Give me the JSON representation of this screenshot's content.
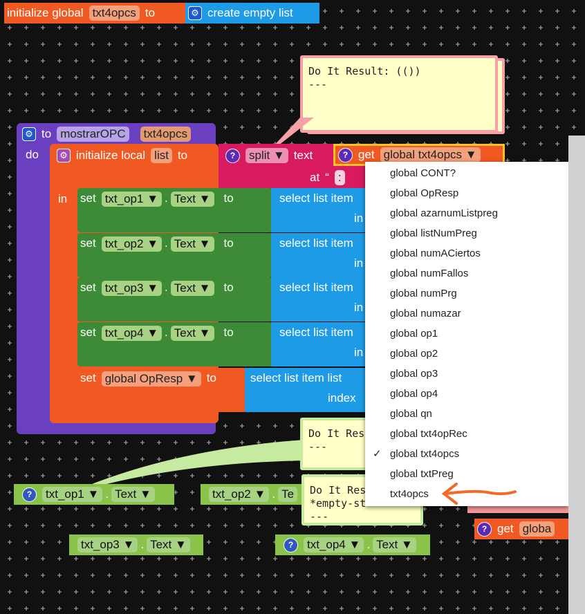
{
  "global_init": {
    "label": "initialize global",
    "name": "txt4opcs",
    "to": "to",
    "value": "create empty list"
  },
  "bubble_top": {
    "text": "Do It Result: (())\n---"
  },
  "procedure": {
    "to": "to",
    "name": "mostrarOPC",
    "param": "txt4opcs",
    "do": "do"
  },
  "local_init": {
    "label": "initialize local",
    "name": "list",
    "to": "to",
    "in": "in"
  },
  "split": {
    "op": "split",
    "text": "text",
    "at": "at",
    "quote": "“",
    "sep": ":"
  },
  "get_block": {
    "get": "get",
    "var": "global txt4opcs"
  },
  "setters": [
    {
      "set": "set",
      "comp": "txt_op1",
      "dot": ".",
      "prop": "Text",
      "to": "to",
      "value": "select list item",
      "idx": "in"
    },
    {
      "set": "set",
      "comp": "txt_op2",
      "dot": ".",
      "prop": "Text",
      "to": "to",
      "value": "select list item",
      "idx": "in"
    },
    {
      "set": "set",
      "comp": "txt_op3",
      "dot": ".",
      "prop": "Text",
      "to": "to",
      "value": "select list item",
      "idx": "in"
    },
    {
      "set": "set",
      "comp": "txt_op4",
      "dot": ".",
      "prop": "Text",
      "to": "to",
      "value": "select list item",
      "idx": "in"
    }
  ],
  "set_global": {
    "set": "set",
    "var": "global OpResp",
    "to": "to",
    "value": "select list item  list",
    "index": "index"
  },
  "dropdown": {
    "items": [
      "global CONT?",
      "global OpResp",
      "global azarnumListpreg",
      "global listNumPreg",
      "global numACiertos",
      "global numFallos",
      "global numPrg",
      "global numazar",
      "global op1",
      "global op2",
      "global op3",
      "global op4",
      "global qn",
      "global txt4opRec",
      "global txt4opcs",
      "global txtPreg",
      "txt4opcs"
    ],
    "checked_index": 14,
    "check": "✓"
  },
  "bubble_mid1": {
    "text": "Do It Res\n---"
  },
  "bubble_mid2": {
    "text": "Do It Res\n*empty-st\n---"
  },
  "getters": [
    {
      "comp": "txt_op1",
      "dot": ".",
      "prop": "Text"
    },
    {
      "comp": "txt_op2",
      "dot": ".",
      "prop": "Te"
    },
    {
      "comp": "txt_op3",
      "dot": ".",
      "prop": "Text"
    },
    {
      "comp": "txt_op4",
      "dot": ".",
      "prop": "Text"
    }
  ],
  "get_global_bottom": {
    "get": "get",
    "var": "globa"
  },
  "icons": {
    "q": "?",
    "gear": "⚙",
    "arrow": "▼"
  }
}
